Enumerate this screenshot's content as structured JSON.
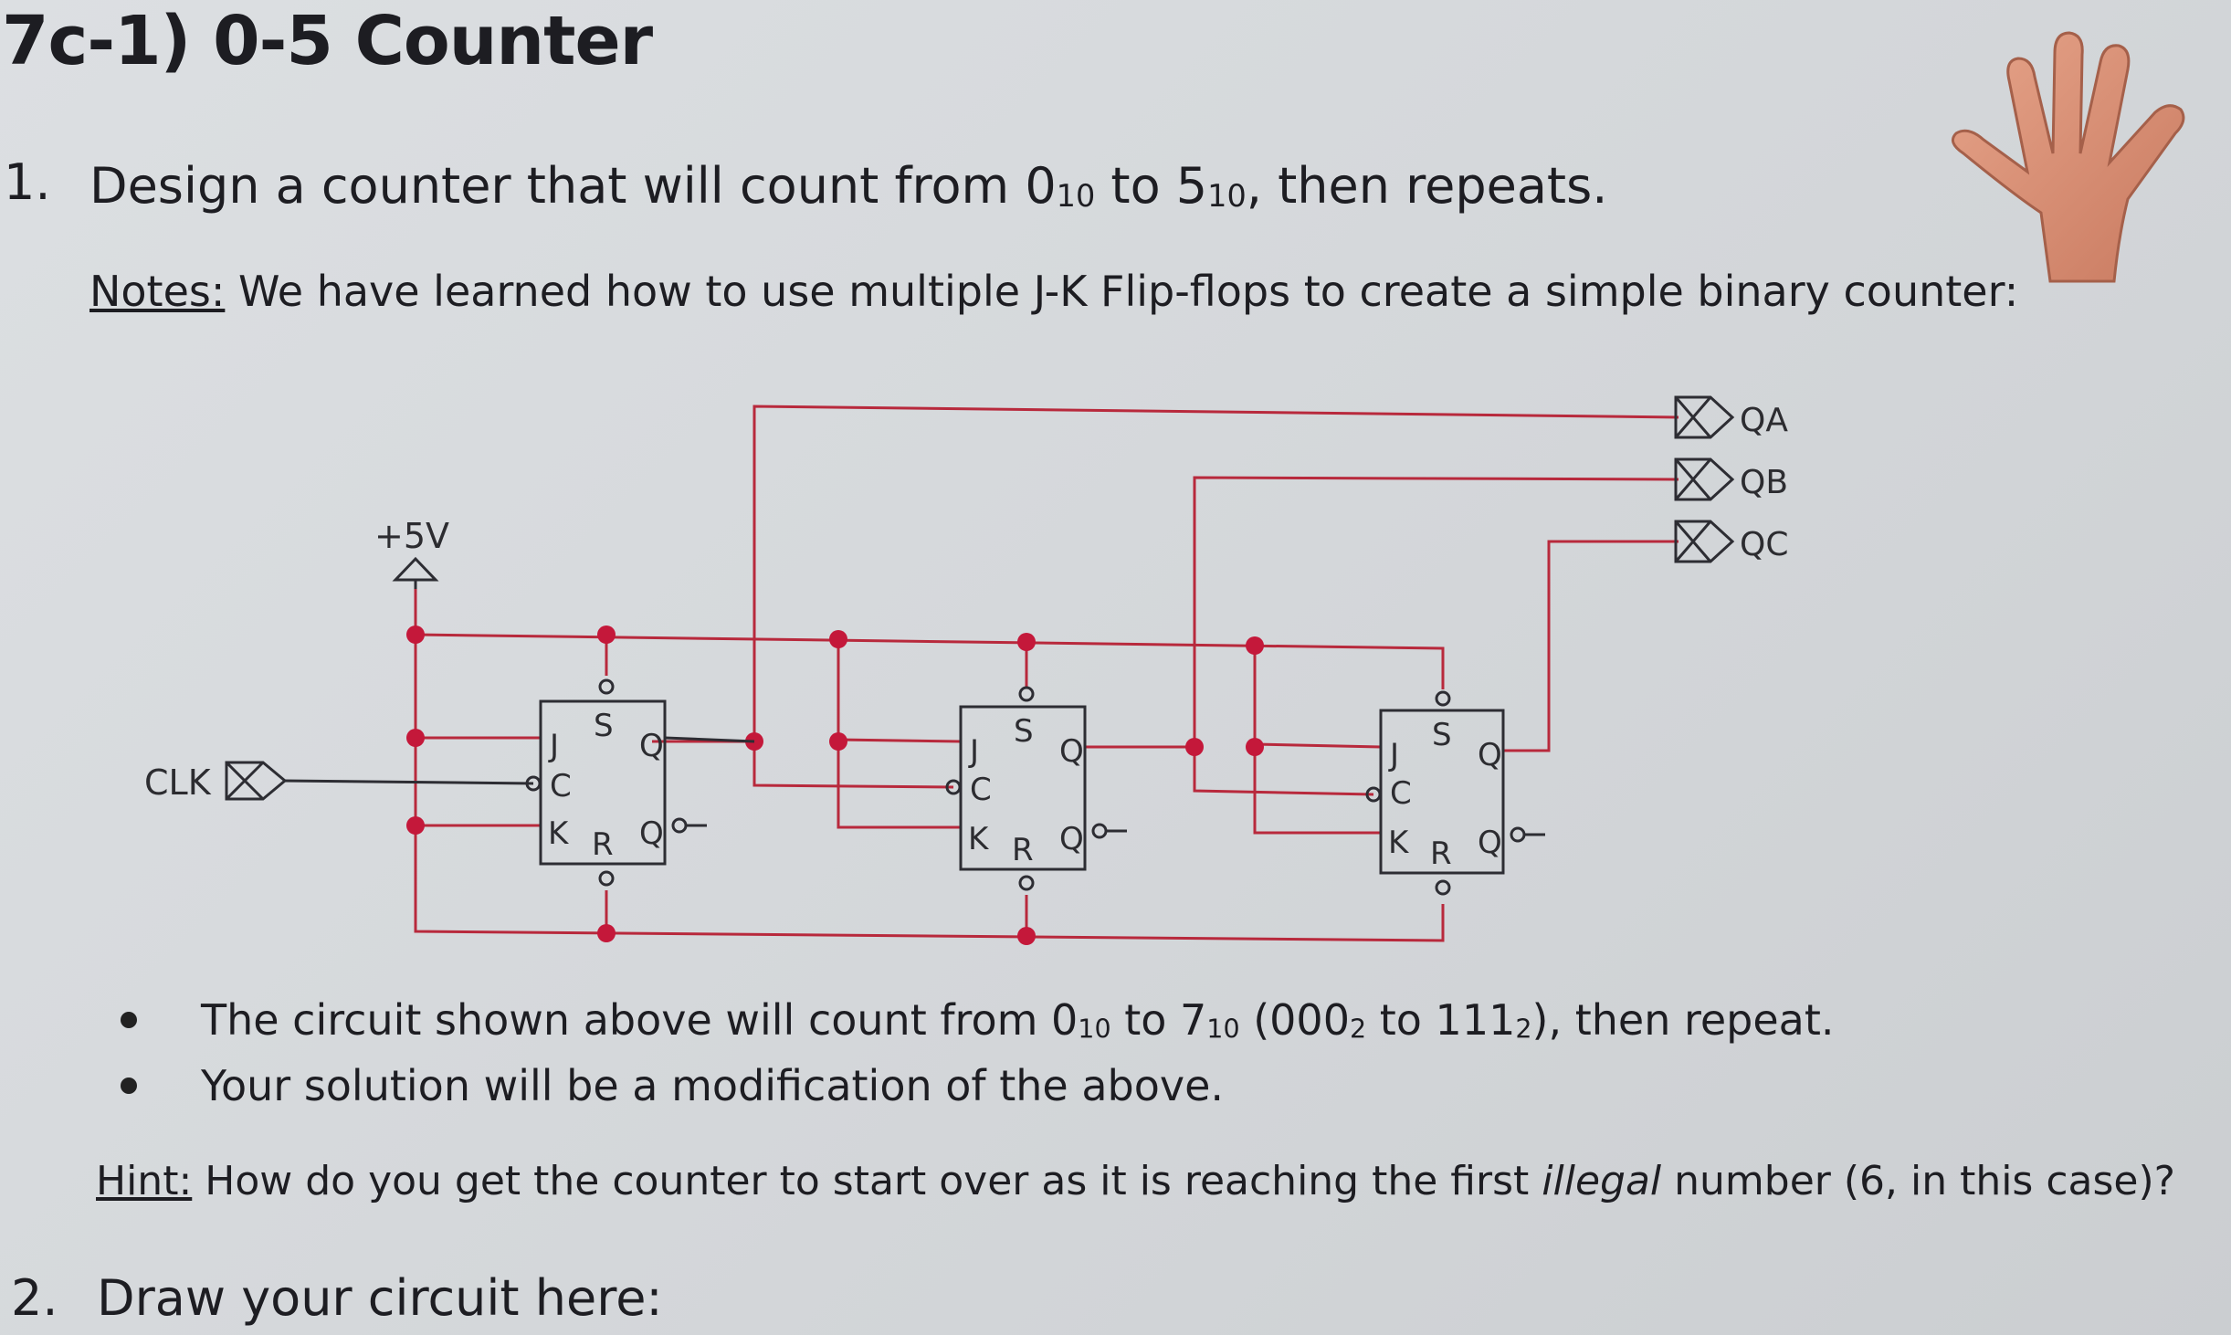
{
  "title": "7c-1) 0-5 Counter",
  "question1": {
    "number": "1.",
    "text_before": "Design a counter that will count from 0",
    "sub_a": "10",
    "text_mid": " to 5",
    "sub_b": "10",
    "text_after": ", then repeats."
  },
  "notes": {
    "label": "Notes:",
    "text": " We have learned how to use multiple J-K Flip-flops to create a simple binary counter:"
  },
  "circuit": {
    "supply_label": "+5V",
    "clock_label": "CLK",
    "outputs": [
      "QA",
      "QB",
      "QC"
    ],
    "flipflop_pins": {
      "j": "J",
      "k": "K",
      "c": "C",
      "s": "S",
      "r": "R",
      "q": "Q"
    }
  },
  "bullets": [
    {
      "p1": "The circuit shown above will count from 0",
      "s1": "10",
      "p2": " to 7",
      "s2": "10",
      "p3": " (000",
      "s3": "2",
      "p4": " to 111",
      "s4": "2",
      "p5": "), then repeat."
    },
    {
      "text": "Your solution will be a modification of the above."
    }
  ],
  "hint": {
    "label": "Hint:",
    "text_before": " How do you get the counter to start over as it is reaching the first ",
    "emph": "illegal",
    "text_after": " number (6, in this case)?"
  },
  "question2": {
    "number": "2.",
    "text": "Draw your circuit here:"
  },
  "colors": {
    "wire": "#b8293c",
    "node": "#c4183a",
    "component": "#2d2d33",
    "text": "#1d1d22"
  }
}
